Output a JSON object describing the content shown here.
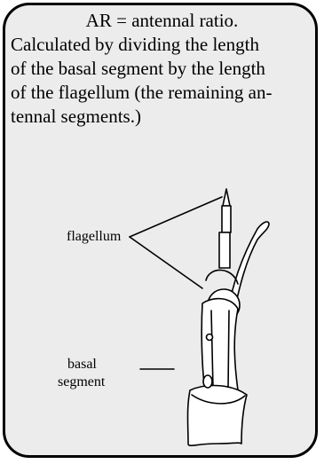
{
  "caption": {
    "line1": "AR = antennal ratio.",
    "line2": "Calculated by dividing the length",
    "line3": "of the basal segment by the length",
    "line4": "of the flagellum (the remaining an-",
    "line5": "tennal segments.)"
  },
  "labels": {
    "flagellum": "flagellum",
    "basal_line1": "basal",
    "basal_line2": "segment"
  },
  "colors": {
    "panel": "#ececec",
    "segment_fill": "#ffffff",
    "ink": "#000000"
  }
}
